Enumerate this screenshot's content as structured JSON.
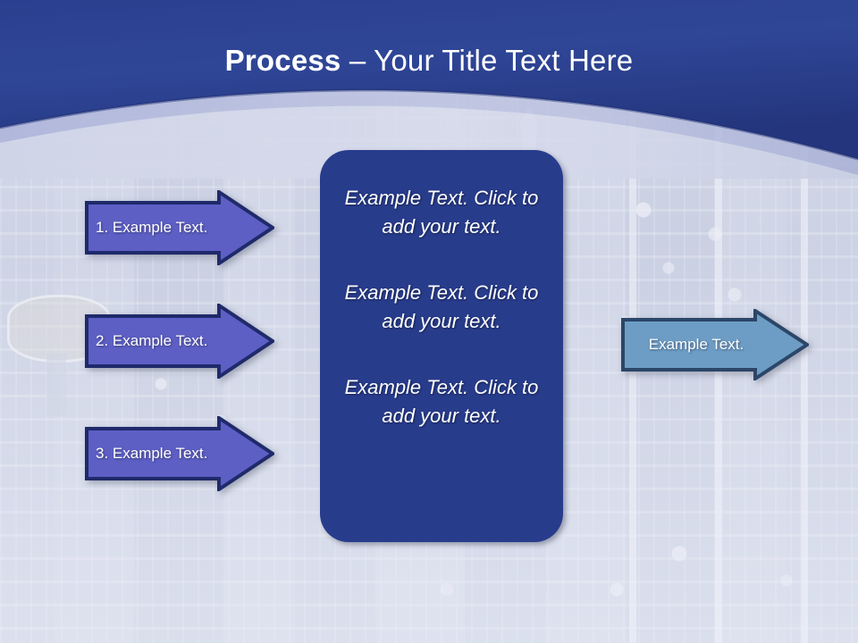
{
  "slide": {
    "title": {
      "bold_part": "Process",
      "rest": " – Your Title Text Here"
    }
  },
  "colors": {
    "header_blue": "#2a4191",
    "header_blue_dark": "#253a84",
    "arc_light": "#b8bedd",
    "arc_pale": "#ced3e6",
    "center_box_blue": "#283c8c",
    "step_arrow_fill": "#5d5fc4",
    "step_arrow_border": "#1f2a6b",
    "output_arrow_fill": "#6d9dc5",
    "output_arrow_border": "#2b4668",
    "text_white": "#ffffff",
    "background_wash": "#c7ccdf"
  },
  "steps": [
    {
      "label": "1. Example Text."
    },
    {
      "label": "2. Example Text."
    },
    {
      "label": "3. Example Text."
    }
  ],
  "center": {
    "paragraphs": [
      "Example Text. Click  to add your text.",
      "Example Text. Click  to add your text.",
      "Example Text. Click  to add your text."
    ]
  },
  "output": {
    "label": "Example Text."
  }
}
